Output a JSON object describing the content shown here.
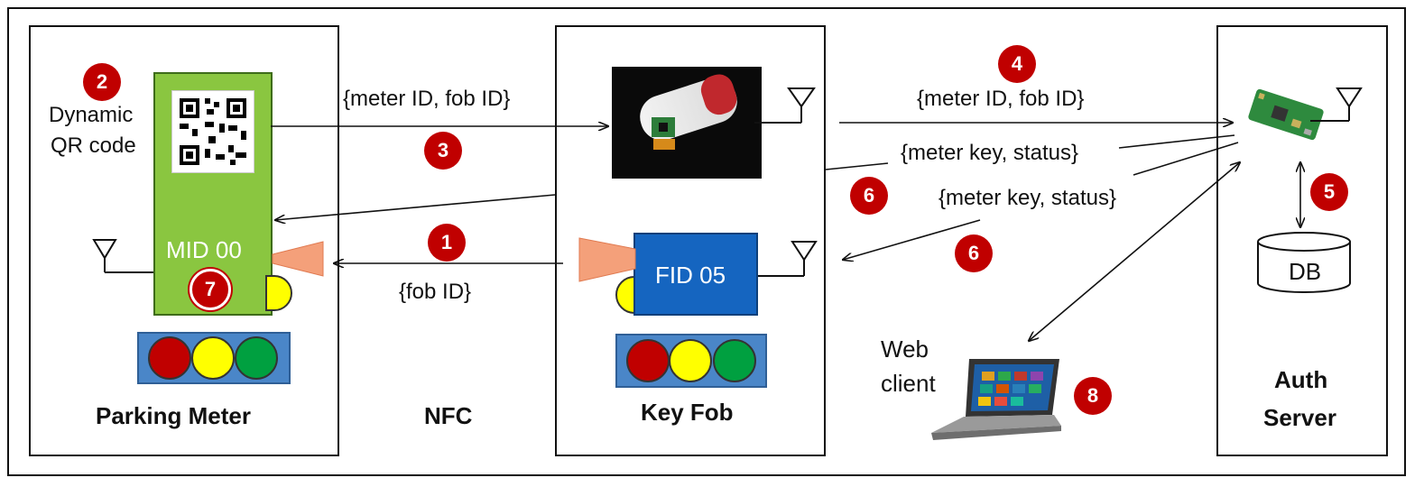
{
  "frames": {
    "parking_meter": "Parking Meter",
    "nfc": "NFC",
    "key_fob": "Key Fob",
    "auth_server_line1": "Auth",
    "auth_server_line2": "Server"
  },
  "meter": {
    "display_label_line1": "Dynamic",
    "display_label_line2": "QR code",
    "id_text": "MID 00"
  },
  "fob": {
    "id_text": "FID 05"
  },
  "messages": {
    "m3": "{meter ID, fob ID}",
    "m4": "{meter ID, fob ID}",
    "m6a": "{meter key, status}",
    "m6b": "{meter key, status}",
    "m1": "{fob ID}"
  },
  "steps": {
    "s1": "1",
    "s2": "2",
    "s3": "3",
    "s4": "4",
    "s5": "5",
    "s6a": "6",
    "s6b": "6",
    "s7": "7",
    "s8": "8"
  },
  "server": {
    "db_label": "DB"
  },
  "web_client": {
    "line1": "Web",
    "line2": "client"
  },
  "colors": {
    "badge": "#c00000",
    "meter_green": "#8ac640",
    "fob_blue": "#1565c0",
    "light_panel": "#4a86c8",
    "red": "#c00000",
    "yellow": "#ffff00",
    "green": "#00a040",
    "nfc_beam": "#f4a07a"
  },
  "icons": [
    "antenna-icon",
    "qr-code-icon",
    "camera-module-photo",
    "raspberry-pi-photo",
    "laptop-icon",
    "database-icon",
    "nfc-beam-icon"
  ]
}
